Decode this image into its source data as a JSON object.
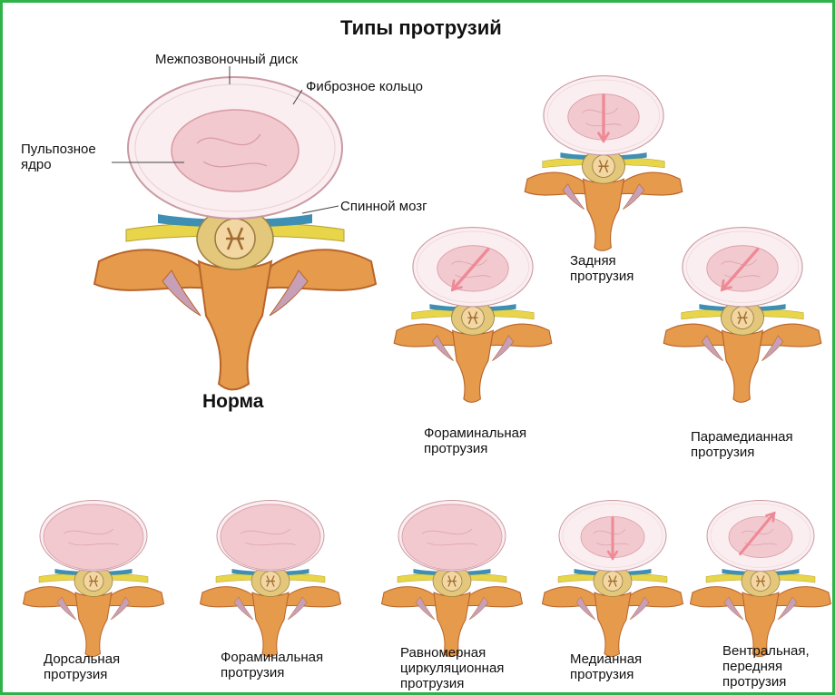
{
  "title": "Типы протрузий",
  "colors": {
    "frame": "#2fb24a",
    "disc_ring": "#fbeef0",
    "disc_edge": "#c99aa3",
    "nucleus": "#f2c9cf",
    "nucleus_edge": "#d89aa4",
    "arrow": "#ee8a96",
    "bone": "#e59a4c",
    "bone_dark": "#b8642a",
    "ligament": "#e8d54a",
    "blue": "#3f8fb4",
    "cord": "#f2d7a3"
  },
  "main": {
    "labels": {
      "disc": "Межпозвоночный диск",
      "annulus": "Фиброзное кольцо",
      "nucleus": "Пульпозное\nядро",
      "cord": "Спинной мозг"
    },
    "norm_label": "Норма"
  },
  "right_group": [
    {
      "name": "Задняя\nпротрузия",
      "arrow": "down"
    },
    {
      "name": "Фораминальная\nпротрузия",
      "arrow": "down-left"
    },
    {
      "name": "Парамедианная\nпротрузия",
      "arrow": "down-left"
    }
  ],
  "bottom_row": [
    {
      "name": "Дорсальная\nпротрузия",
      "arrow": "none"
    },
    {
      "name": "Фораминальная\nпротрузия",
      "arrow": "none"
    },
    {
      "name": "Равномерная\nциркуляционная\nпротрузия",
      "arrow": "none"
    },
    {
      "name": "Медианная\nпротрузия",
      "arrow": "down"
    },
    {
      "name": "Вентральная,\nпередняя\nпротрузия",
      "arrow": "up-right"
    }
  ]
}
